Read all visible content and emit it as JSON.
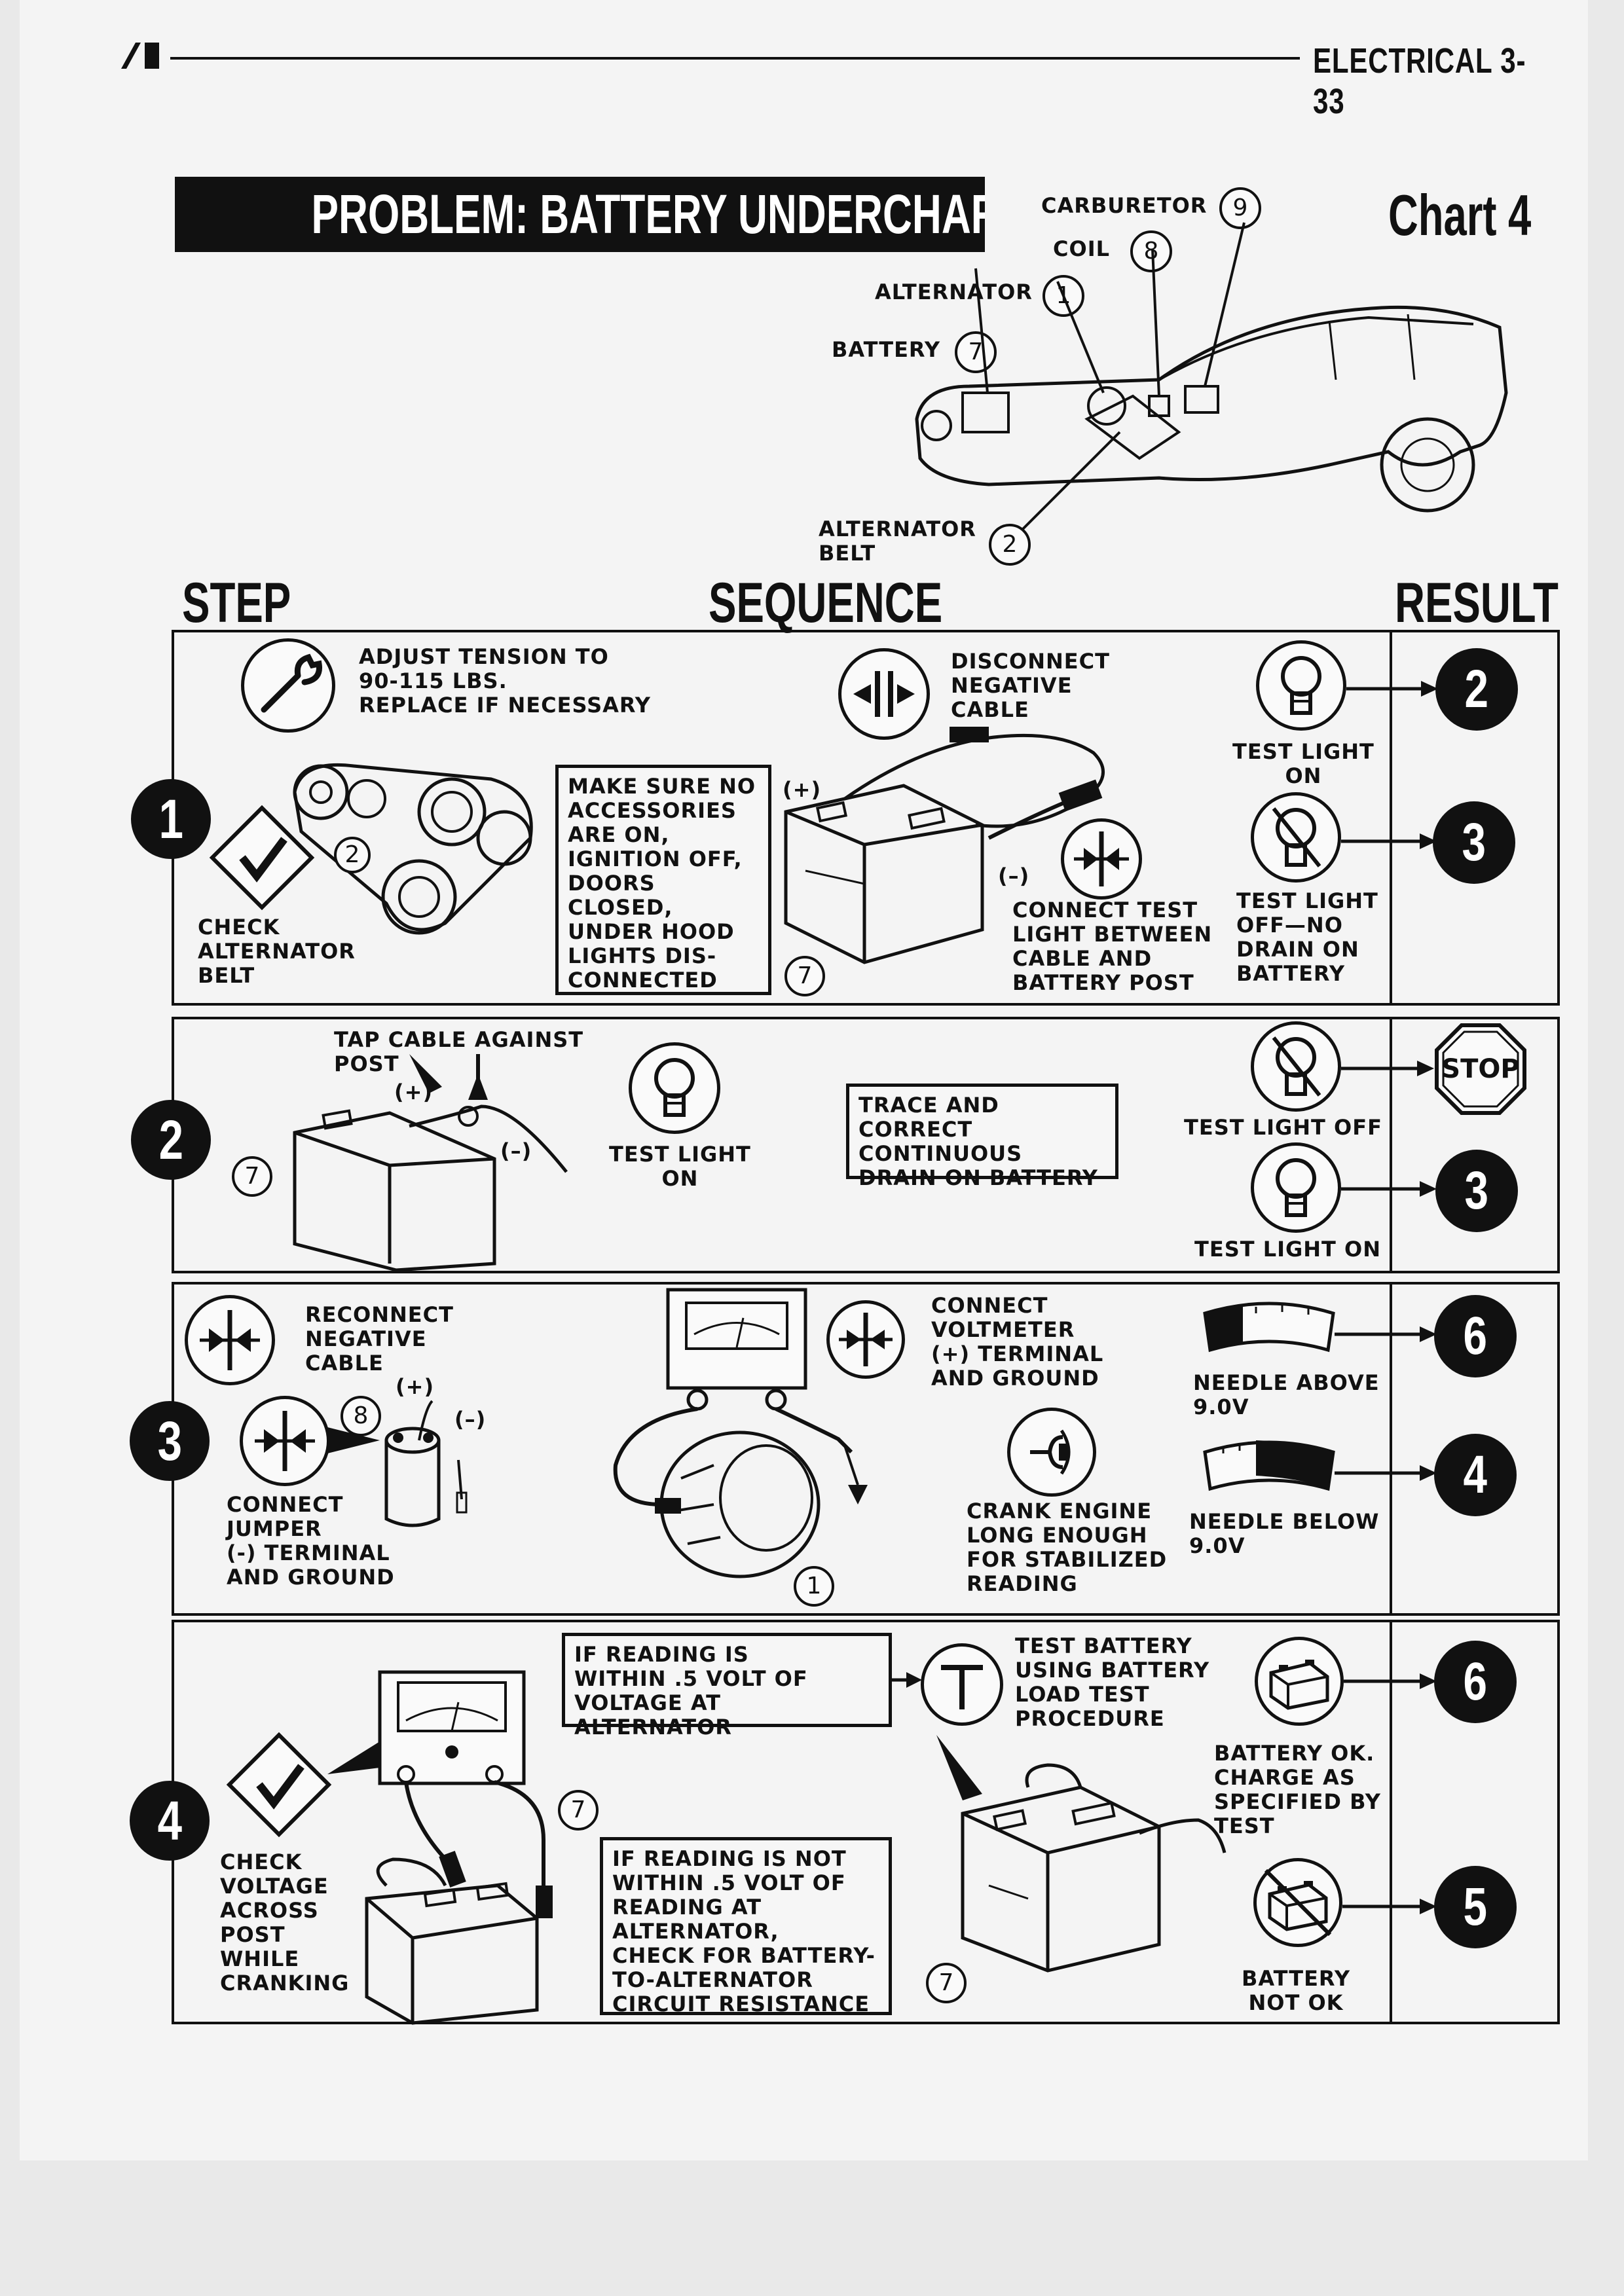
{
  "header": {
    "section": "ELECTRICAL 3-33"
  },
  "problem": {
    "title": "PROBLEM:  BATTERY UNDERCHARGED",
    "chart": "Chart 4"
  },
  "locator": {
    "carburetor": {
      "label": "CARBURETOR",
      "num": "9"
    },
    "coil": {
      "label": "COIL",
      "num": "8"
    },
    "alternator": {
      "label": "ALTERNATOR",
      "num": "1"
    },
    "battery": {
      "label": "BATTERY",
      "num": "7"
    },
    "belt": {
      "label": "ALTERNATOR\nBELT",
      "num": "2"
    }
  },
  "columns": {
    "step": "STEP",
    "sequence": "SEQUENCE",
    "result": "RESULT"
  },
  "steps": [
    {
      "number": "1",
      "check": "CHECK\nALTERNATOR\nBELT",
      "adjust": "ADJUST TENSION TO\n90-115 LBS.\nREPLACE IF NECESSARY",
      "belt_ref": "2",
      "note": "MAKE SURE NO\nACCESSORIES\nARE ON,\nIGNITION OFF,\nDOORS CLOSED,\nUNDER HOOD\nLIGHTS DIS-\nCONNECTED",
      "disconnect": "DISCONNECT\nNEGATIVE\nCABLE",
      "plus": "(+)",
      "minus": "(–)",
      "battery_ref": "7",
      "connect": "CONNECT TEST\nLIGHT BETWEEN\nCABLE AND\nBATTERY POST",
      "results": [
        {
          "label": "TEST LIGHT\nON",
          "goto": "2"
        },
        {
          "label": "TEST LIGHT\nOFF—NO\nDRAIN ON\nBATTERY",
          "goto": "3"
        }
      ]
    },
    {
      "number": "2",
      "tap": "TAP CABLE AGAINST\nPOST",
      "plus": "(+)",
      "minus": "(–)",
      "battery_ref": "7",
      "light": "TEST LIGHT\nON",
      "note": "TRACE AND CORRECT\nCONTINUOUS\nDRAIN ON BATTERY",
      "results": [
        {
          "label": "TEST LIGHT OFF",
          "goto": "STOP"
        },
        {
          "label": "TEST LIGHT ON",
          "goto": "3"
        }
      ]
    },
    {
      "number": "3",
      "reconnect": "RECONNECT\nNEGATIVE\nCABLE",
      "coil_ref": "8",
      "plus": "(+)",
      "minus": "(–)",
      "jumper": "CONNECT\nJUMPER\n(-) TERMINAL\nAND GROUND",
      "alt_ref": "1",
      "voltmeter": "CONNECT\nVOLTMETER\n(+) TERMINAL\nAND GROUND",
      "crank": "CRANK ENGINE\nLONG ENOUGH\nFOR STABILIZED\nREADING",
      "results": [
        {
          "label": "NEEDLE ABOVE\n9.0V",
          "goto": "6"
        },
        {
          "label": "NEEDLE BELOW\n9.0V",
          "goto": "4"
        }
      ]
    },
    {
      "number": "4",
      "check": "CHECK\nVOLTAGE\nACROSS\nPOST\nWHILE\nCRANKING",
      "battery_ref": "7",
      "within": "IF READING IS\nWITHIN .5 VOLT OF\nVOLTAGE AT ALTERNATOR",
      "not_within": "IF READING IS NOT\nWITHIN .5 VOLT OF\nREADING AT\nALTERNATOR,\nCHECK FOR BATTERY-\nTO-ALTERNATOR\nCIRCUIT RESISTANCE",
      "test_icon": "T",
      "test_battery": "TEST BATTERY\nUSING BATTERY\nLOAD TEST\nPROCEDURE",
      "battery_ref2": "7",
      "results": [
        {
          "label": "BATTERY OK.\nCHARGE AS\nSPECIFIED BY\nTEST",
          "goto": "6"
        },
        {
          "label": "BATTERY\nNOT OK",
          "goto": "5"
        }
      ]
    }
  ]
}
